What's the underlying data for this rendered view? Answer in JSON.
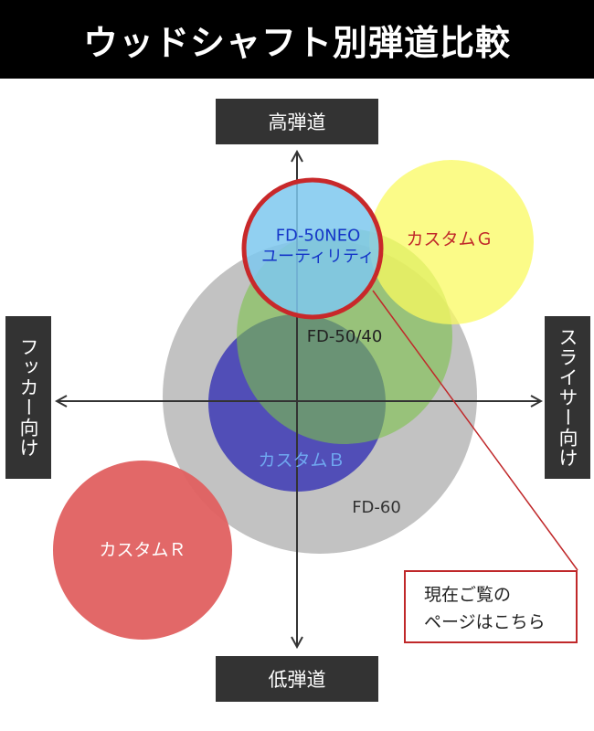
{
  "title": "ウッドシャフト別弾道比較",
  "axes": {
    "top": "高弾道",
    "bottom": "低弾道",
    "left": "フッカー向け",
    "right": "スライサー向け"
  },
  "products": [
    {
      "id": "fd-60",
      "label": "FD-60",
      "label_color": "#333333",
      "fill": "#b3b3b3"
    },
    {
      "id": "custom-b",
      "label": "カスタムＢ",
      "label_color": "#6fa8f0",
      "fill": "#3d3ab5"
    },
    {
      "id": "fd-50-40",
      "label": "FD-50/40",
      "label_color": "#222222",
      "fill": "#7cc24a"
    },
    {
      "id": "custom-r",
      "label": "カスタムＲ",
      "label_color": "#ffffff",
      "fill": "#e06060"
    },
    {
      "id": "custom-g",
      "label": "カスタムＧ",
      "label_color": "#c0282a",
      "fill": "#fafa60"
    },
    {
      "id": "fd-50neo",
      "label_lines": [
        "FD-50NEO",
        "ユーティリティ"
      ],
      "label_color": "#1536c8",
      "fill": "#7ec8ee",
      "outline": "#c8282a",
      "current": true
    }
  ],
  "callout": {
    "lines": [
      "現在ご覧の",
      "ページはこちら"
    ],
    "border_color": "#c0282a"
  }
}
